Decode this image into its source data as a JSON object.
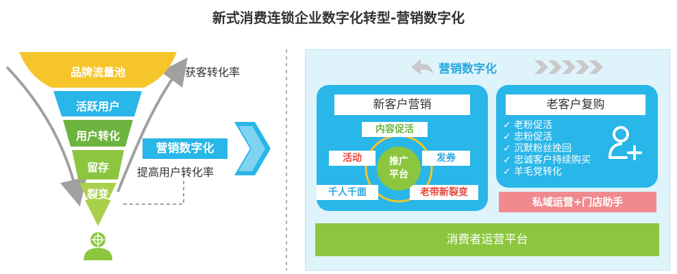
{
  "title": "新式消费连锁企业数字化转型-营销数字化",
  "funnel": {
    "levels": [
      {
        "label": "品牌流量池",
        "color": "#f5c52b"
      },
      {
        "label": "活跃用户",
        "color": "#29b6e8"
      },
      {
        "label": "用户转化",
        "color": "#6cb33f"
      },
      {
        "label": "留存",
        "color": "#8cc63e"
      },
      {
        "label": "裂变",
        "color": "#a8d04a"
      }
    ],
    "conversion_label": "获客转化率"
  },
  "middle": {
    "label": "营销数字化",
    "sub_label": "提高用户转化率"
  },
  "panel": {
    "title": "营销数字化",
    "new_customer": {
      "title": "新客户营销",
      "tags": {
        "content": "内容促活",
        "activity": "活动",
        "coupon": "发券",
        "personal": "千人千面",
        "referral": "老带新裂变"
      },
      "hub": "推广 平台"
    },
    "old_customer": {
      "title": "老客户复购",
      "items": [
        "老粉促活",
        "忠粉促活",
        "沉默粉丝挽回",
        "忠诚客户持续购买",
        "羊毛党转化"
      ],
      "private": "私域运营+门店助手"
    },
    "platform": "消费者运营平台"
  },
  "colors": {
    "blue": "#29b6e8",
    "green": "#8cc63e",
    "yellow": "#f5c52b",
    "pink": "#f08a8f",
    "red_text": "#e8473c",
    "panel_bg": "#dff3fb"
  }
}
